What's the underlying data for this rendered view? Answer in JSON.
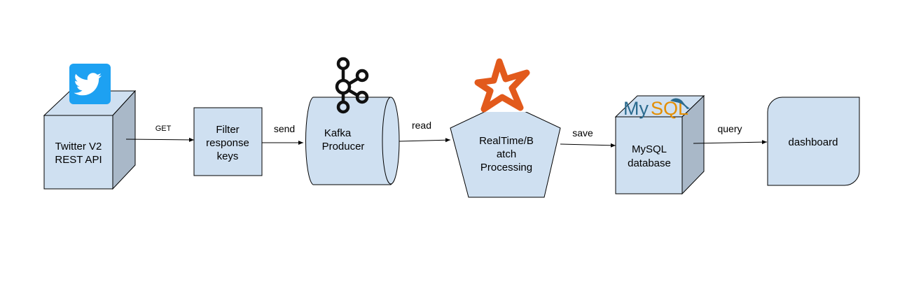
{
  "nodes": {
    "twitter": {
      "line1": "Twitter V2",
      "line2": "REST API",
      "logo_icon": "twitter-bird-icon",
      "logo_color": "#1da1f2"
    },
    "filter": {
      "line1": "Filter",
      "line2": "response",
      "line3": "keys"
    },
    "kafka": {
      "line1": "Kafka",
      "line2": "Producer",
      "logo_icon": "kafka-icon"
    },
    "processing": {
      "line1": "RealTime/B",
      "line2": "atch",
      "line3": "Processing",
      "logo_icon": "spark-star-icon",
      "logo_color": "#e25a1c"
    },
    "mysql": {
      "line1": "MySQL",
      "line2": "database",
      "logo_icon": "mysql-logo",
      "logo_text_my": "My",
      "logo_text_sql": "SQL",
      "logo_color_my": "#2b6b8f",
      "logo_color_sql": "#e48e00"
    },
    "dashboard": {
      "label": "dashboard"
    }
  },
  "edges": {
    "get": "GET",
    "send": "send",
    "read": "read",
    "save": "save",
    "query": "query"
  },
  "colors": {
    "box_fill": "#cfe0f1",
    "box_side": "#a9b8c8"
  }
}
